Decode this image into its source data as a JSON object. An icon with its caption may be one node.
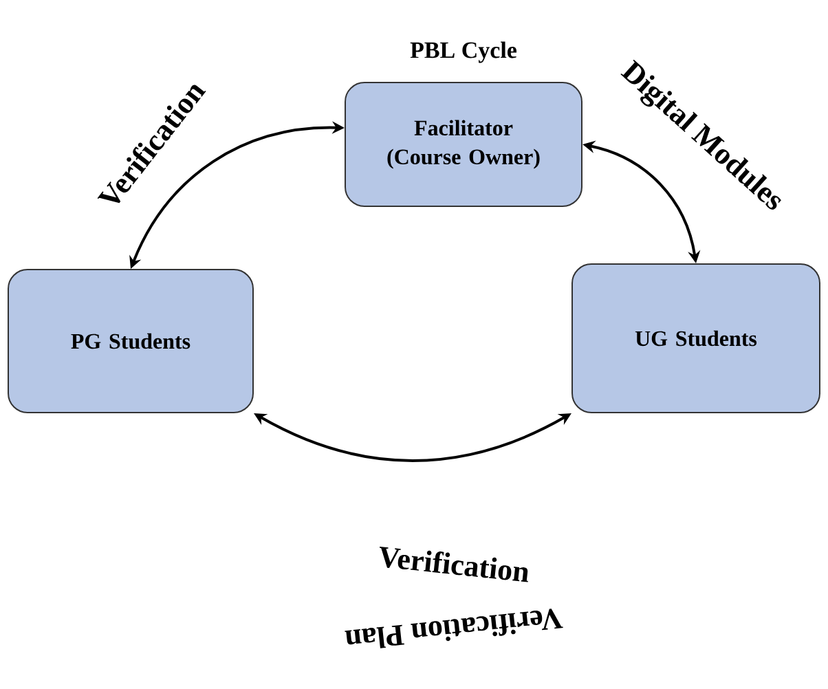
{
  "diagram": {
    "title": "PBL Cycle",
    "nodes": [
      {
        "text": [
          "Facilitator (Course Owner)"
        ]
      },
      {
        "text": [
          "PG Students"
        ]
      },
      {
        "text": [
          "UG Students"
        ]
      }
    ],
    "edges": [
      {
        "from": 0,
        "to": 1,
        "arrow": "both",
        "label": "Verification"
      },
      {
        "from": 0,
        "to": 2,
        "arrow": "both",
        "label": "Digital Modules"
      },
      {
        "from": 1,
        "to": 2,
        "arrow": "both",
        "label": "Verification"
      }
    ],
    "labels": [
      "Verification Plan"
    ]
  }
}
